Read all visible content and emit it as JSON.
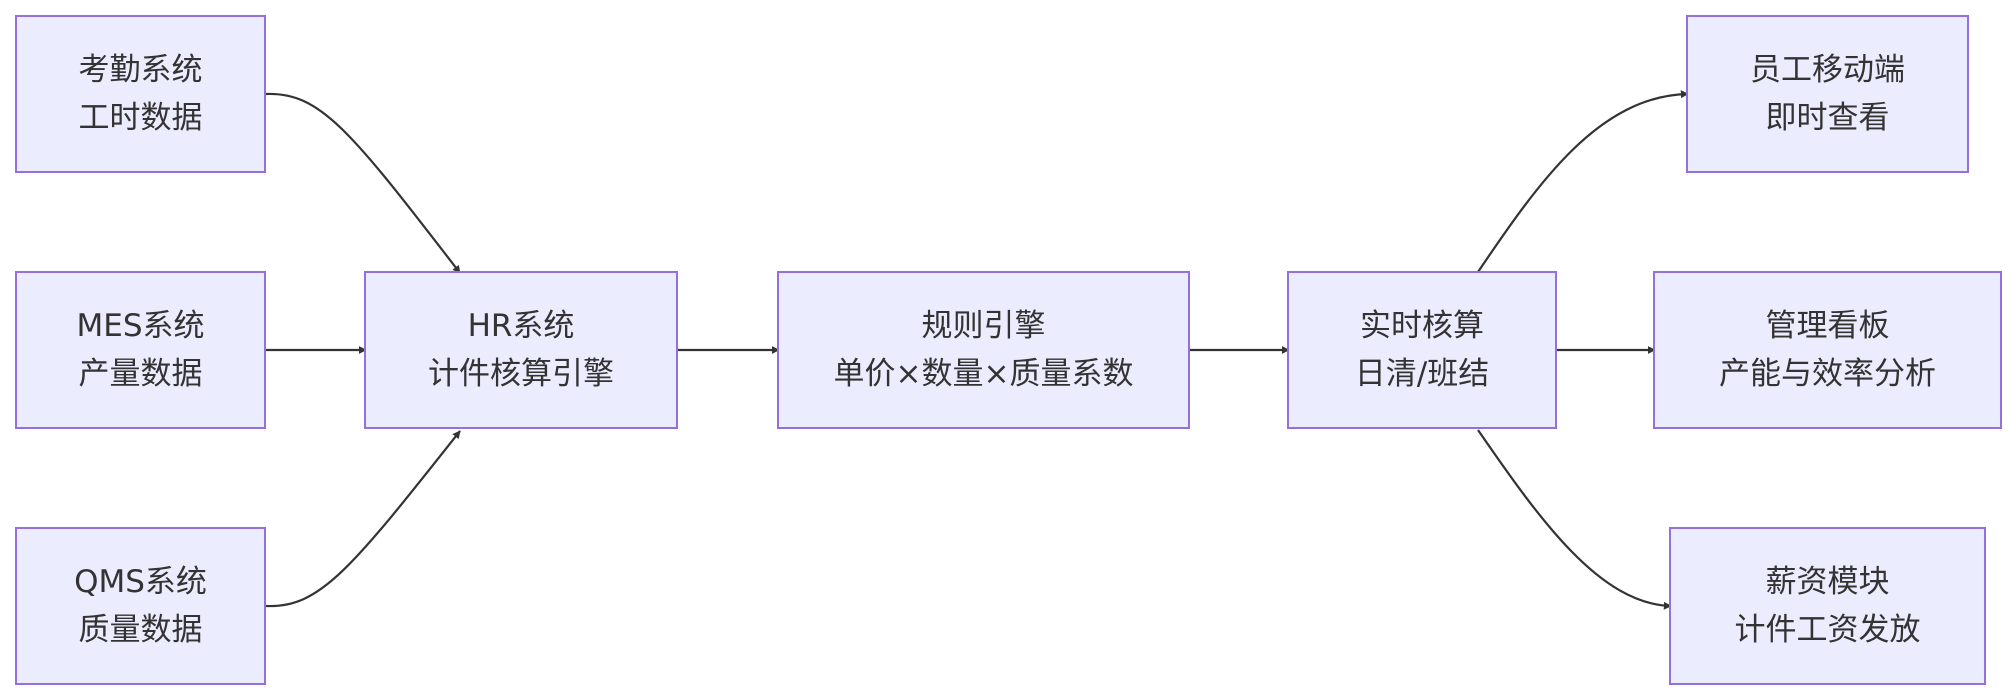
{
  "diagram": {
    "nodes": {
      "attendance": {
        "line1": "考勤系统",
        "line2": "工时数据"
      },
      "mes": {
        "line1": "MES系统",
        "line2": "产量数据"
      },
      "qms": {
        "line1": "QMS系统",
        "line2": "质量数据"
      },
      "hr": {
        "line1": "HR系统",
        "line2": "计件核算引擎"
      },
      "rules": {
        "line1": "规则引擎",
        "line2": "单价×数量×质量系数"
      },
      "realtime": {
        "line1": "实时核算",
        "line2": "日清/班结"
      },
      "mobile": {
        "line1": "员工移动端",
        "line2": "即时查看"
      },
      "dashboard": {
        "line1": "管理看板",
        "line2": "产能与效率分析"
      },
      "payroll": {
        "line1": "薪资模块",
        "line2": "计件工资发放"
      }
    },
    "edges": [
      {
        "from": "attendance",
        "to": "hr"
      },
      {
        "from": "mes",
        "to": "hr"
      },
      {
        "from": "qms",
        "to": "hr"
      },
      {
        "from": "hr",
        "to": "rules"
      },
      {
        "from": "rules",
        "to": "realtime"
      },
      {
        "from": "realtime",
        "to": "mobile"
      },
      {
        "from": "realtime",
        "to": "dashboard"
      },
      {
        "from": "realtime",
        "to": "payroll"
      }
    ],
    "colors": {
      "node_fill": "#ececff",
      "node_border": "#9370db",
      "edge": "#333333",
      "text": "#333333"
    }
  }
}
